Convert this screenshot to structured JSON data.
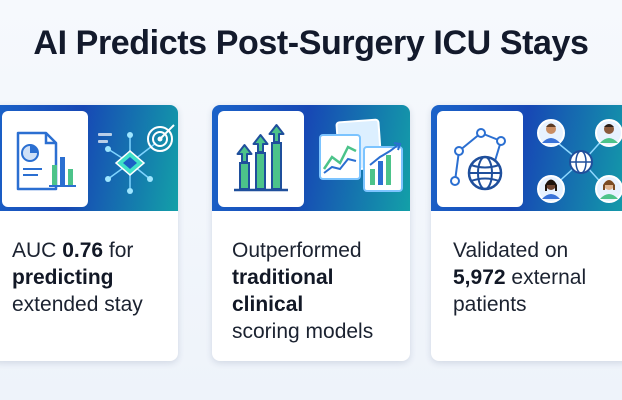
{
  "title": "AI Predicts Post-Surgery ICU Stays",
  "cards": [
    {
      "line1_pre": "AUC ",
      "line1_bold": "0.76",
      "line1_post": " for",
      "line2_bold": "predicting",
      "line3": "extended stay",
      "icons": [
        "document-chart-icon",
        "ai-chip-network-icon",
        "target-icon"
      ]
    },
    {
      "line1": "Outperformed",
      "line2_bold": "traditional",
      "line3_bold": "clinical",
      "line4": "scoring models",
      "icons": [
        "bar-growth-arrows-icon",
        "comparison-charts-icon"
      ]
    },
    {
      "line1": "Validated on",
      "line2_bold": "5,972",
      "line2_post": " external",
      "line3": "patients",
      "icons": [
        "globe-network-icon",
        "patient-avatars-icon"
      ]
    }
  ],
  "colors": {
    "banner_start": "#1b63c9",
    "banner_end": "#13a0a8",
    "accent_green": "#4cc38a",
    "title_text": "#131a2c"
  }
}
